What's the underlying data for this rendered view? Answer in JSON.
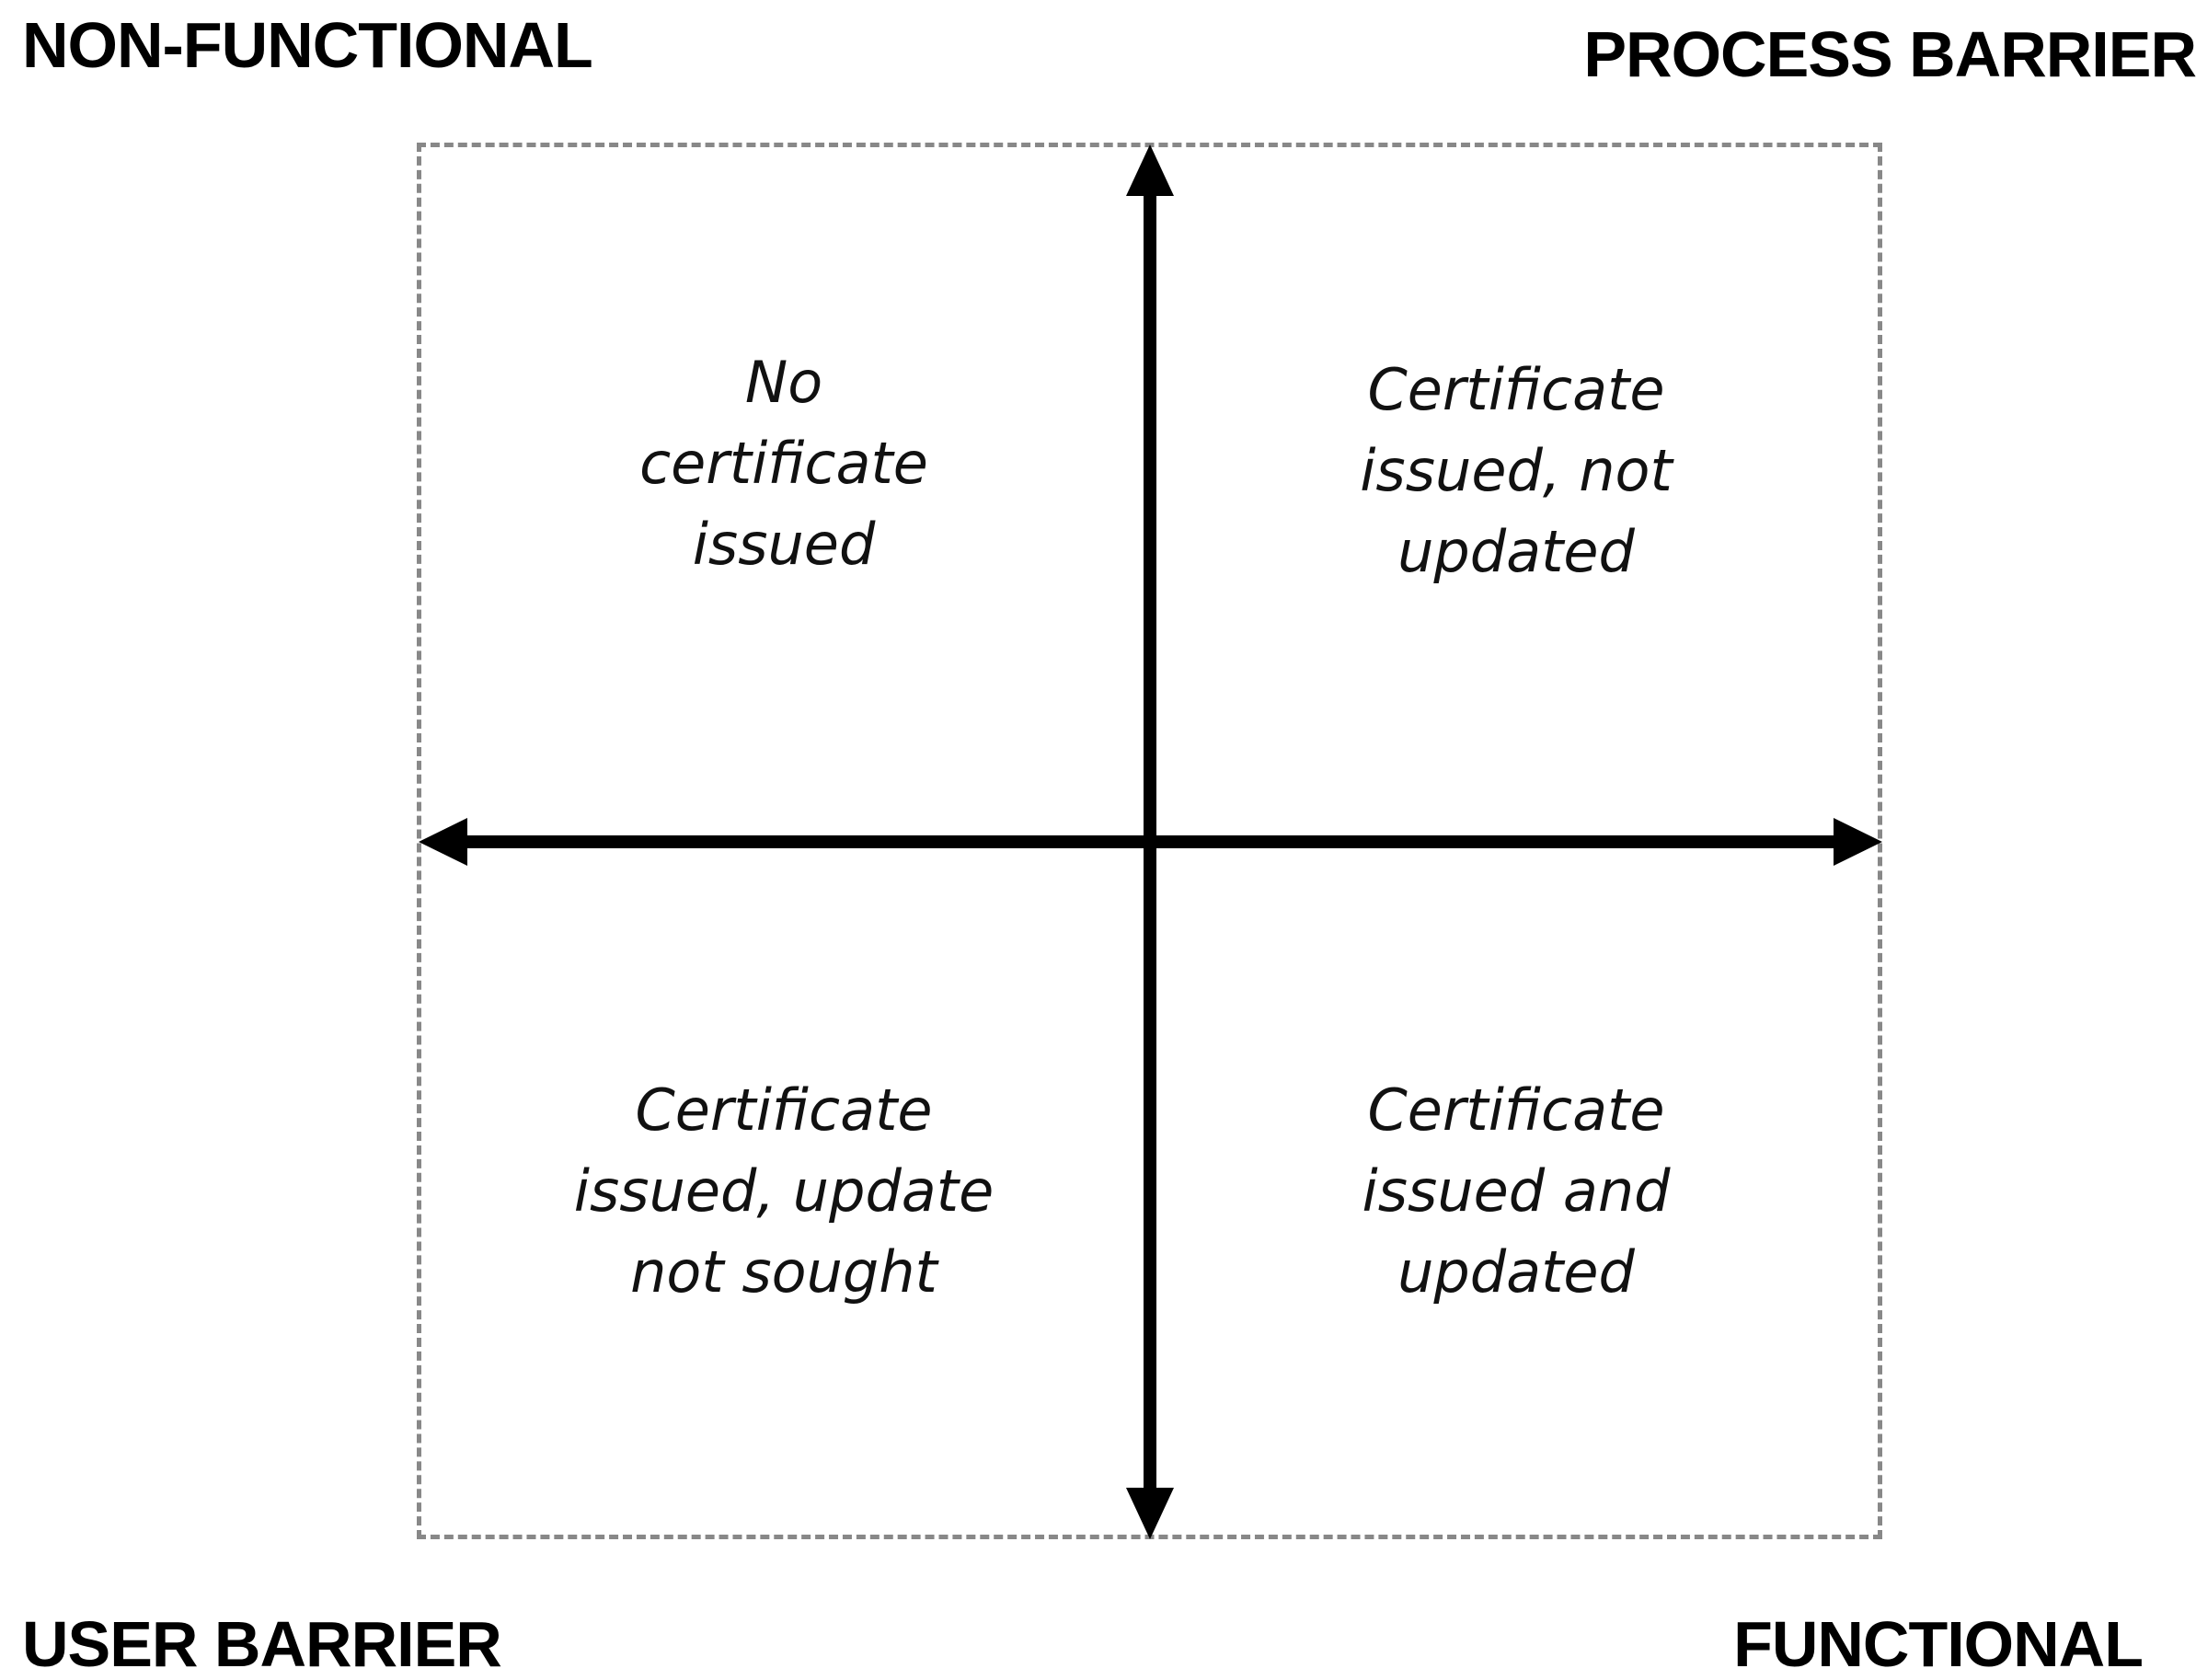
{
  "corners": {
    "top_left": "NON-FUNCTIONAL",
    "top_right": "PROCESS BARRIER",
    "bottom_left": "USER BARRIER",
    "bottom_right": "FUNCTIONAL"
  },
  "quadrants": {
    "top_left": [
      "No",
      "certificate",
      "issued"
    ],
    "top_right": [
      "Certificate",
      "issued, not",
      "updated"
    ],
    "bottom_left": [
      "Certificate",
      "issued, update",
      "not sought"
    ],
    "bottom_right": [
      "Certificate",
      "issued and",
      "updated"
    ]
  },
  "colors": {
    "frame_border": "#888888",
    "arrows": "#000000"
  }
}
